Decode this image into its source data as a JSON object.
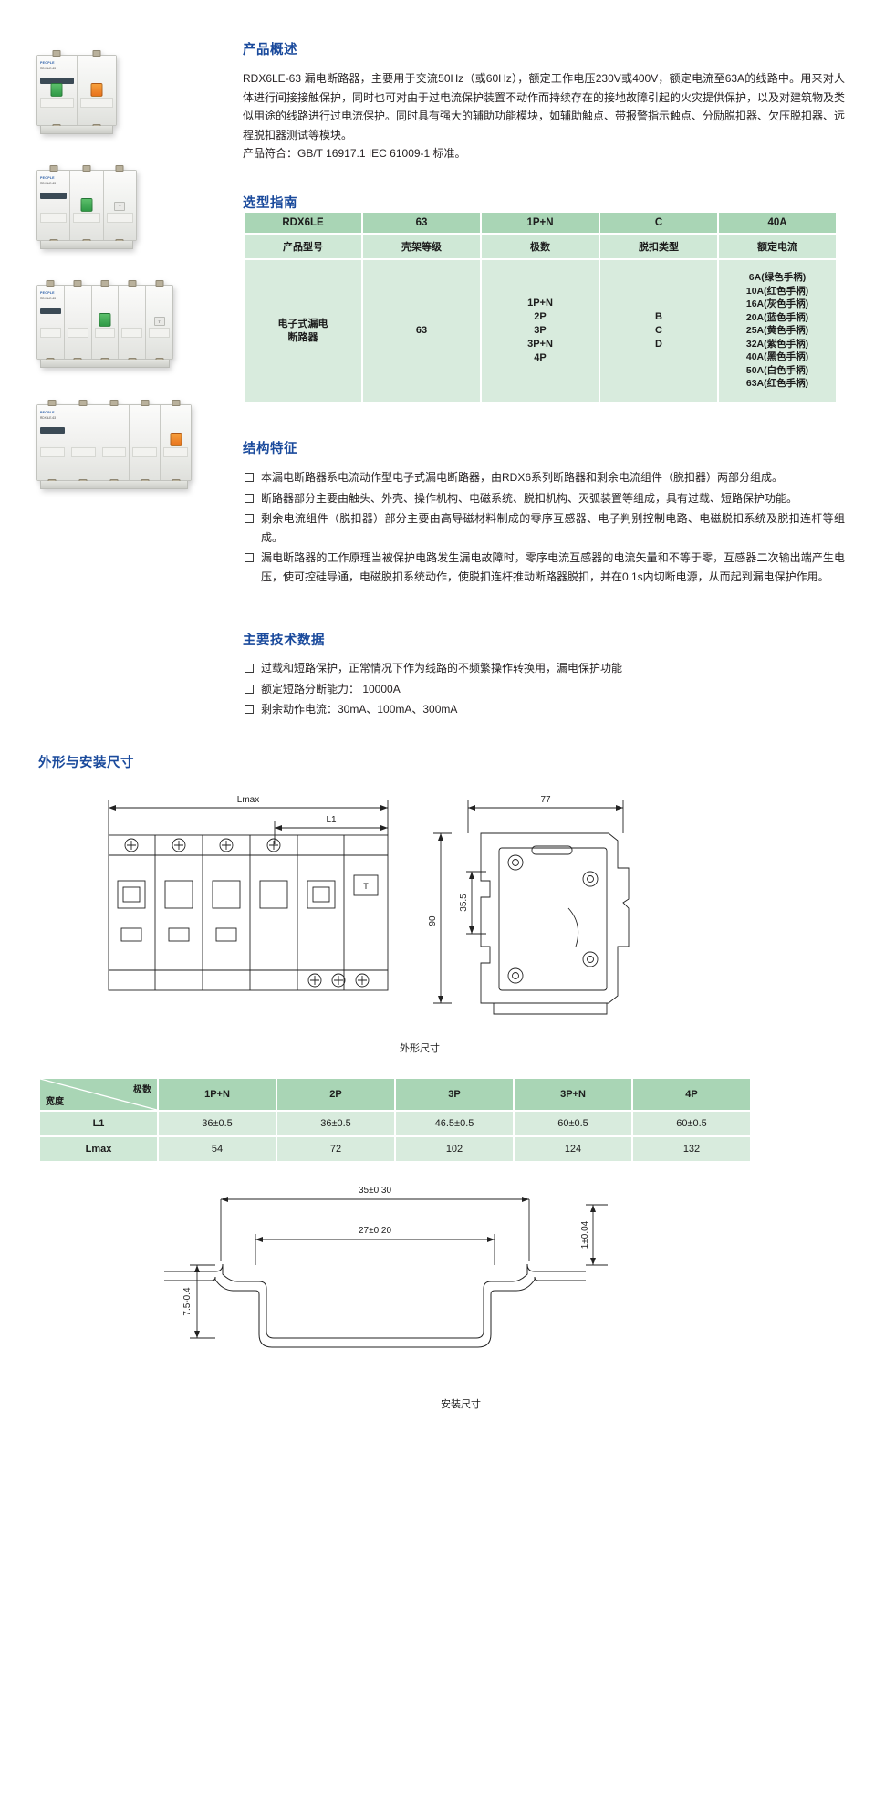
{
  "product": {
    "model": "RDX6LE-63",
    "brand": "PEOPLE",
    "sub_model": "RDX6LE-63"
  },
  "sections": {
    "overview": {
      "title": "产品概述",
      "paragraph": "RDX6LE-63 漏电断路器，主要用于交流50Hz（或60Hz），额定工作电压230V或400V，额定电流至63A的线路中。用来对人体进行间接接触保护，同时也可对由于过电流保护装置不动作而持续存在的接地故障引起的火灾提供保护，以及对建筑物及类似用途的线路进行过电流保护。同时具有强大的辅助功能模块，如辅助触点、带报警指示触点、分励脱扣器、欠压脱扣器、远程脱扣器测试等模块。",
      "standard": "产品符合：GB/T 16917.1  IEC 61009-1 标准。"
    },
    "selection_guide": {
      "title": "选型指南",
      "code_row": [
        "RDX6LE",
        "63",
        "1P+N",
        "C",
        "40A"
      ],
      "header_row": [
        "产品型号",
        "壳架等级",
        "极数",
        "脱扣类型",
        "额定电流"
      ],
      "value_row": {
        "type": "电子式漏电\n断路器",
        "frame": "63",
        "poles": "1P+N\n2P\n3P\n3P+N\n4P",
        "trip": "B\nC\nD",
        "current": "6A(绿色手柄)\n10A(红色手柄)\n16A(灰色手柄)\n20A(蓝色手柄)\n25A(黄色手柄)\n32A(紫色手柄)\n40A(黑色手柄)\n50A(白色手柄)\n63A(红色手柄)"
      }
    },
    "structure": {
      "title": "结构特征",
      "items": [
        "本漏电断路器系电流动作型电子式漏电断路器，由RDX6系列断路器和剩余电流组件（脱扣器）两部分组成。",
        "断路器部分主要由触头、外壳、操作机构、电磁系统、脱扣机构、灭弧装置等组成，具有过载、短路保护功能。",
        "剩余电流组件（脱扣器）部分主要由高导磁材料制成的零序互感器、电子判别控制电路、电磁脱扣系统及脱扣连杆等组成。",
        "漏电断路器的工作原理当被保护电路发生漏电故障时，零序电流互感器的电流矢量和不等于零，互感器二次输出端产生电压，使可控硅导通，电磁脱扣系统动作，使脱扣连杆推动断路器脱扣，并在0.1s内切断电源，从而起到漏电保护作用。"
      ]
    },
    "tech_data": {
      "title": "主要技术数据",
      "items": [
        "过载和短路保护，正常情况下作为线路的不频繁操作转换用，漏电保护功能",
        "额定短路分断能力： 10000A",
        "剩余动作电流：30mA、100mA、300mA"
      ]
    },
    "dimensions": {
      "title": "外形与安装尺寸",
      "outline_caption": "外形尺寸",
      "mount_caption": "安装尺寸",
      "outline_labels": {
        "lmax": "Lmax",
        "l1": "L1",
        "width_77": "77",
        "height_90": "90",
        "height_355": "35.5"
      },
      "mount_labels": {
        "top_width": "35±0.30",
        "inner_width": "27±0.20",
        "thickness": "1±0.04",
        "depth": "7.5-0.4"
      },
      "table": {
        "corner_top": "极数",
        "corner_bottom": "宽度",
        "columns": [
          "1P+N",
          "2P",
          "3P",
          "3P+N",
          "4P"
        ],
        "rows": [
          {
            "label": "L1",
            "values": [
              "36±0.5",
              "36±0.5",
              "46.5±0.5",
              "60±0.5",
              "60±0.5"
            ]
          },
          {
            "label": "Lmax",
            "values": [
              "54",
              "72",
              "102",
              "124",
              "132"
            ]
          }
        ]
      }
    }
  },
  "colors": {
    "heading_blue": "#1a4a9c",
    "table_header_green": "#a9d5b5",
    "table_sub_green": "#cfe8d6",
    "table_body_green": "#d8ebdd"
  }
}
